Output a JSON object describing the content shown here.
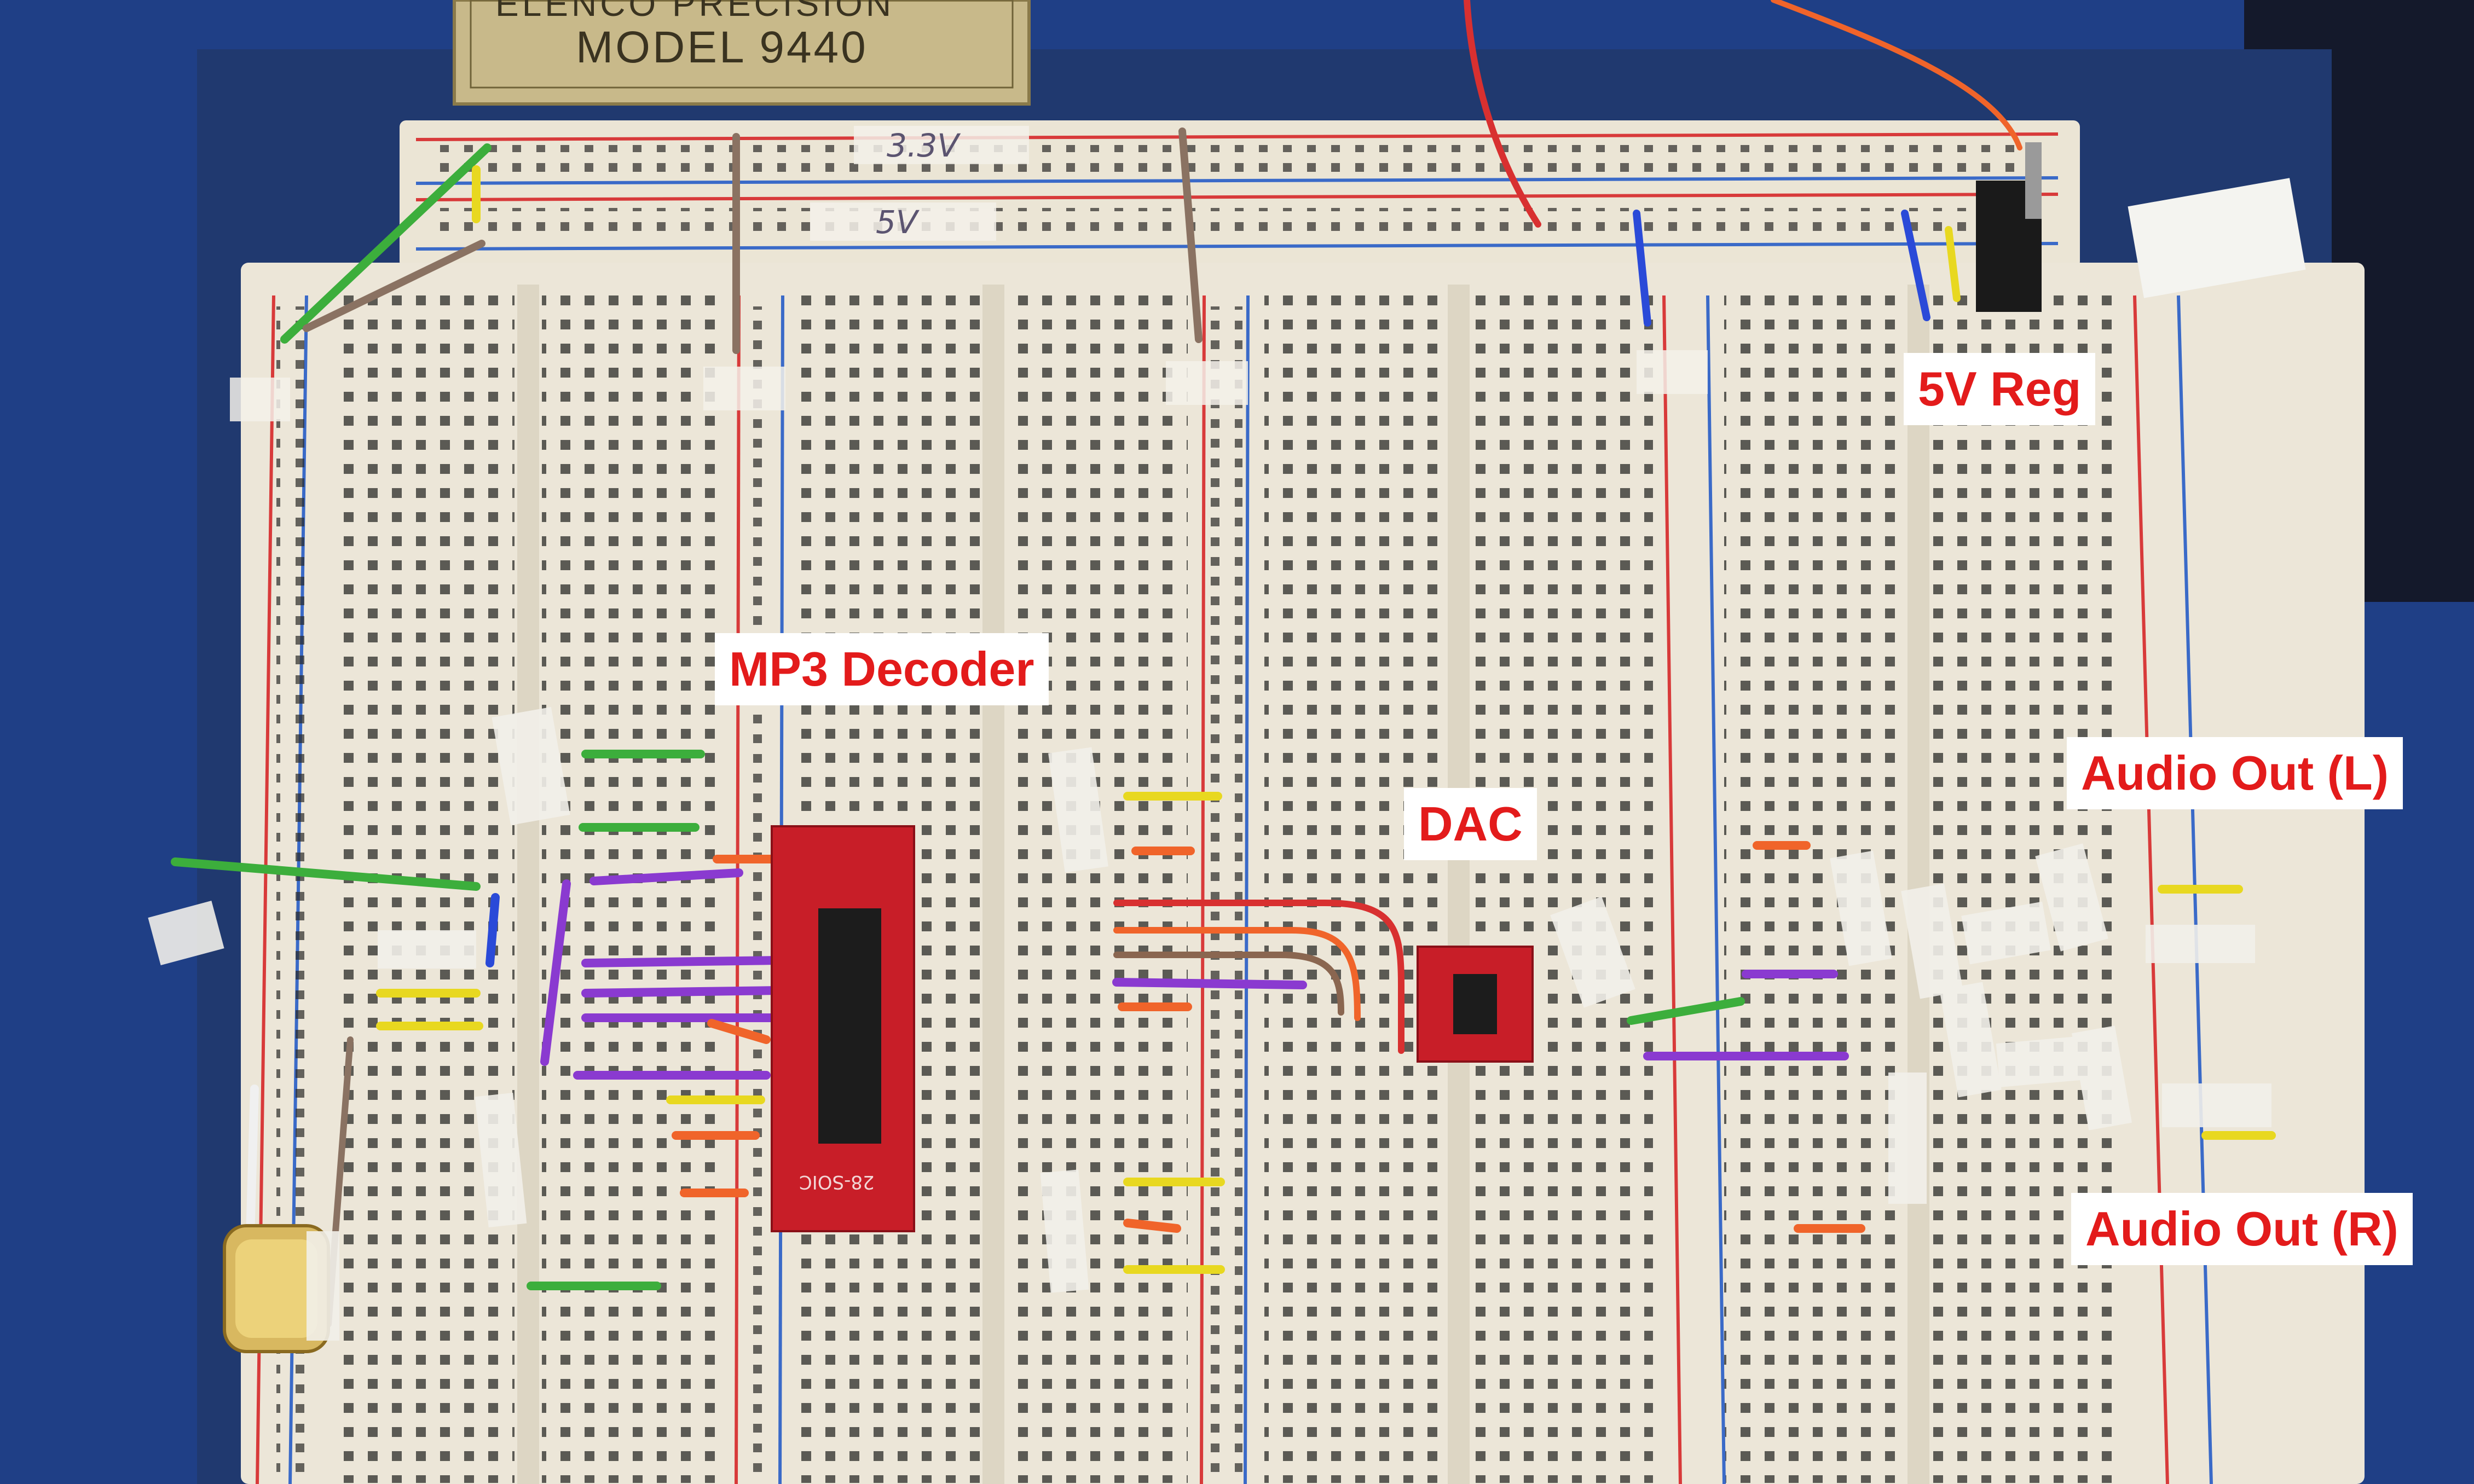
{
  "plaque": {
    "brand": "ELENCO PRECISION",
    "model": "MODEL 9440"
  },
  "annotations": {
    "regulator": "5V Reg",
    "decoder": "MP3 Decoder",
    "dac": "DAC",
    "audio_left": "Audio Out (L)",
    "audio_right": "Audio Out (R)"
  },
  "rail_tape_labels": {
    "top_33": "3.3V",
    "top_5": "5V"
  },
  "chip_silkscreen": "28-SOIC",
  "colors": {
    "board": "#ece6d8",
    "rail_red": "#d83a3a",
    "rail_blue": "#3a6ac8",
    "background": "#1f3f86",
    "pcb_red": "#c81e28",
    "callout_text": "#e31b1b"
  }
}
